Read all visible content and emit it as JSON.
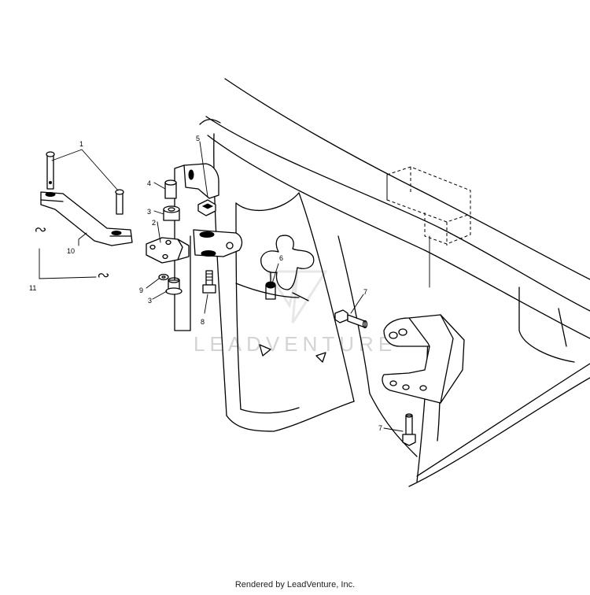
{
  "callouts": [
    "1",
    "2",
    "3",
    "3",
    "4",
    "5",
    "6",
    "7",
    "7",
    "8",
    "9",
    "10",
    "11"
  ],
  "watermark": "LEADVENTURE",
  "footer": "Rendered by LeadVenture, Inc."
}
